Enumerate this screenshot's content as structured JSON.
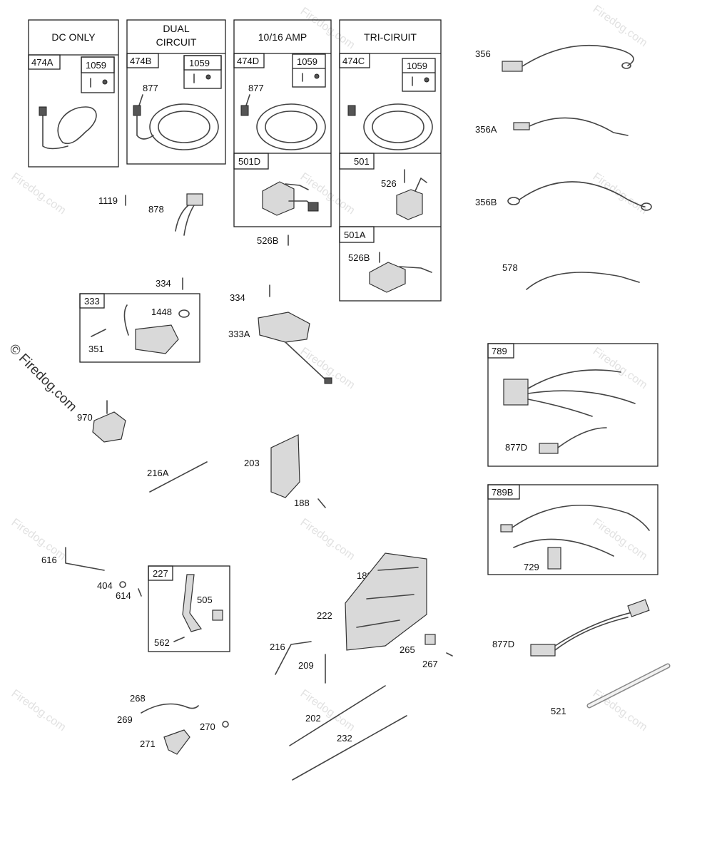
{
  "watermark": {
    "text": "Firedog.com",
    "copyright_text": "© Firedog.com"
  },
  "kit_headers": {
    "dc_only": "DC ONLY",
    "dual_circuit_line1": "DUAL",
    "dual_circuit_line2": "CIRCUIT",
    "amp_10_16": "10/16 AMP",
    "tri_circuit": "TRI-CIRUIT"
  },
  "boxed_labels": {
    "b474a": "474A",
    "b474b": "474B",
    "b474d": "474D",
    "b474c": "474C",
    "b1059": "1059",
    "b501d": "501D",
    "b501": "501",
    "b501a": "501A",
    "b333": "333",
    "b227": "227",
    "b789": "789",
    "b789b": "789B"
  },
  "part_labels": {
    "p877": "877",
    "p1119": "1119",
    "p878": "878",
    "p526": "526",
    "p526b": "526B",
    "p334": "334",
    "p1448": "1448",
    "p351": "351",
    "p333a": "333A",
    "p970": "970",
    "p216a": "216A",
    "p203": "203",
    "p188": "188",
    "p616": "616",
    "p404": "404",
    "p614": "614",
    "p505": "505",
    "p562": "562",
    "p222": "222",
    "p216": "216",
    "p209": "209",
    "p265": "265",
    "p267": "267",
    "p268": "268",
    "p269": "269",
    "p270": "270",
    "p271": "271",
    "p202": "202",
    "p232": "232",
    "p356": "356",
    "p356a": "356A",
    "p356b": "356B",
    "p578": "578",
    "p877d": "877D",
    "p729": "729",
    "p521": "521"
  }
}
